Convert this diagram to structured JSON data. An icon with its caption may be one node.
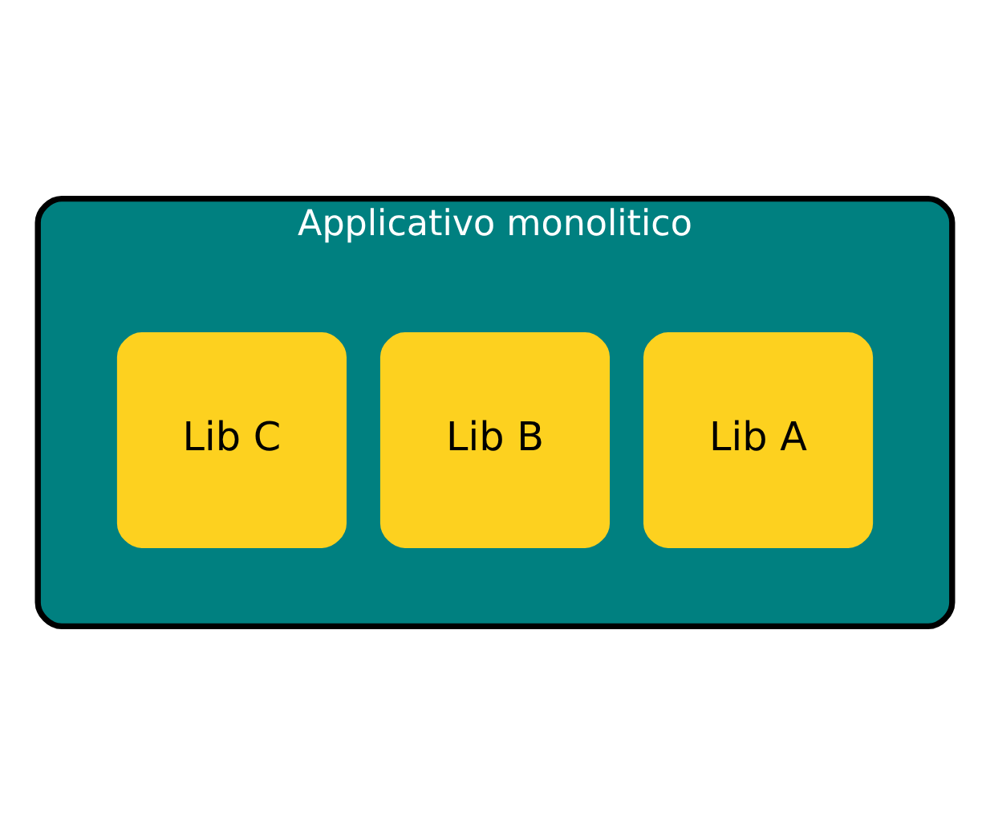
{
  "diagram": {
    "nodes": [
      {
        "text": [
          "Applicativo monolitico"
        ]
      },
      {
        "text": [
          "Lib A"
        ],
        "in": 0
      },
      {
        "text": [
          "Lib B"
        ],
        "in": 0
      },
      {
        "text": [
          "Lib C"
        ],
        "in": 0
      }
    ]
  }
}
